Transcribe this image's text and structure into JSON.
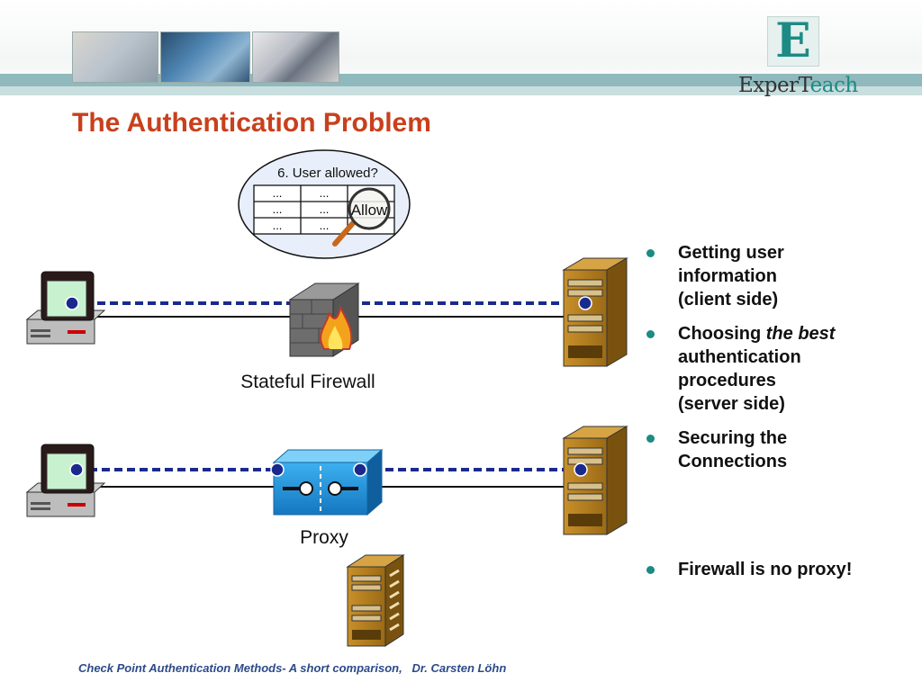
{
  "header": {
    "logo_letter": "E",
    "logo_text_part1": "ExperT",
    "logo_text_part2": "each"
  },
  "title": "The Authentication Problem",
  "diagram": {
    "bubble_title": "6. User allowed?",
    "table_cells": [
      "...",
      "...",
      "...",
      "...",
      "...",
      "..."
    ],
    "allow_label": "Allow",
    "firewall_label": "Stateful Firewall",
    "proxy_label": "Proxy"
  },
  "bullets": {
    "b1": [
      "Getting user",
      "information",
      "(client side)"
    ],
    "b2_prefix": "Choosing ",
    "b2_em": "the best",
    "b2_rest": [
      "authentication",
      "procedures",
      "(server side)"
    ],
    "b3": [
      "Securing the",
      "Connections"
    ],
    "b4": "Firewall is no proxy!"
  },
  "footer": "Check Point Authentication Methods- A short comparison,   Dr. Carsten Löhn",
  "colors": {
    "title": "#c8401c",
    "accent_teal": "#1c8b83",
    "dashed_line": "#1a2a8c",
    "server_tan": "#b07c1e",
    "proxy_blue": "#1e8fd6"
  }
}
